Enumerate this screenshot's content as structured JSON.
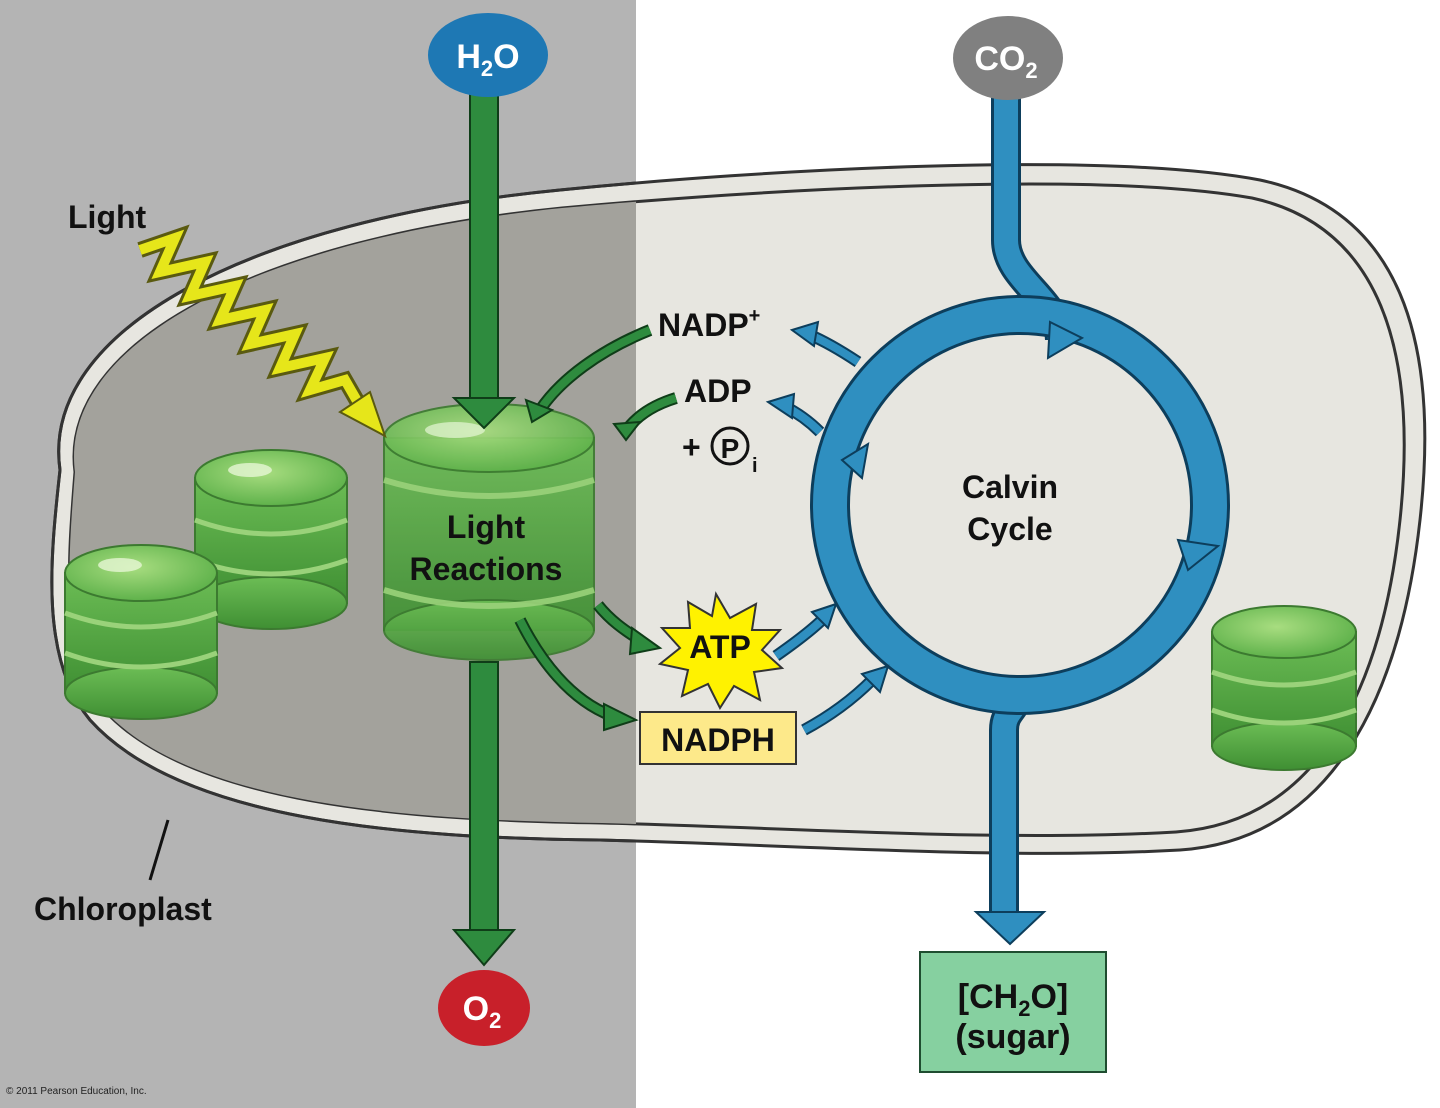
{
  "light_label": "Light",
  "chloroplast_label": "Chloroplast",
  "copyright": "© 2011 Pearson Education, Inc.",
  "inputs": {
    "water": {
      "base": "H",
      "sub": "2",
      "tail": "O"
    },
    "carbon_dioxide": {
      "base": "CO",
      "sub": "2"
    }
  },
  "outputs": {
    "oxygen": {
      "base": "O",
      "sub": "2"
    },
    "sugar": {
      "line1_pre": "[CH",
      "line1_sub": "2",
      "line1_post": "O]",
      "line2": "(sugar)"
    }
  },
  "light_reactions": {
    "line1": "Light",
    "line2": "Reactions"
  },
  "calvin_cycle": {
    "line1": "Calvin",
    "line2": "Cycle"
  },
  "molecules": {
    "nadp_plus": {
      "base": "NADP",
      "sup": "+"
    },
    "adp": "ADP",
    "phosphate": {
      "prefix": "+",
      "symbol": "P",
      "sub": "i"
    },
    "atp": "ATP",
    "nadph": "NADPH"
  },
  "colors": {
    "light_bg": "#b4b4b4",
    "stroma": "#e7e6e0",
    "green_arrow": "#2e8b3e",
    "blue_arrow": "#2f8fc0",
    "water_oval": "#1e78b4",
    "co2_oval": "#808080",
    "oxygen_oval": "#c8202a",
    "atp_star": "#fff200",
    "nadph_box": "#fde98a",
    "sugar_box": "#86d0a0"
  }
}
